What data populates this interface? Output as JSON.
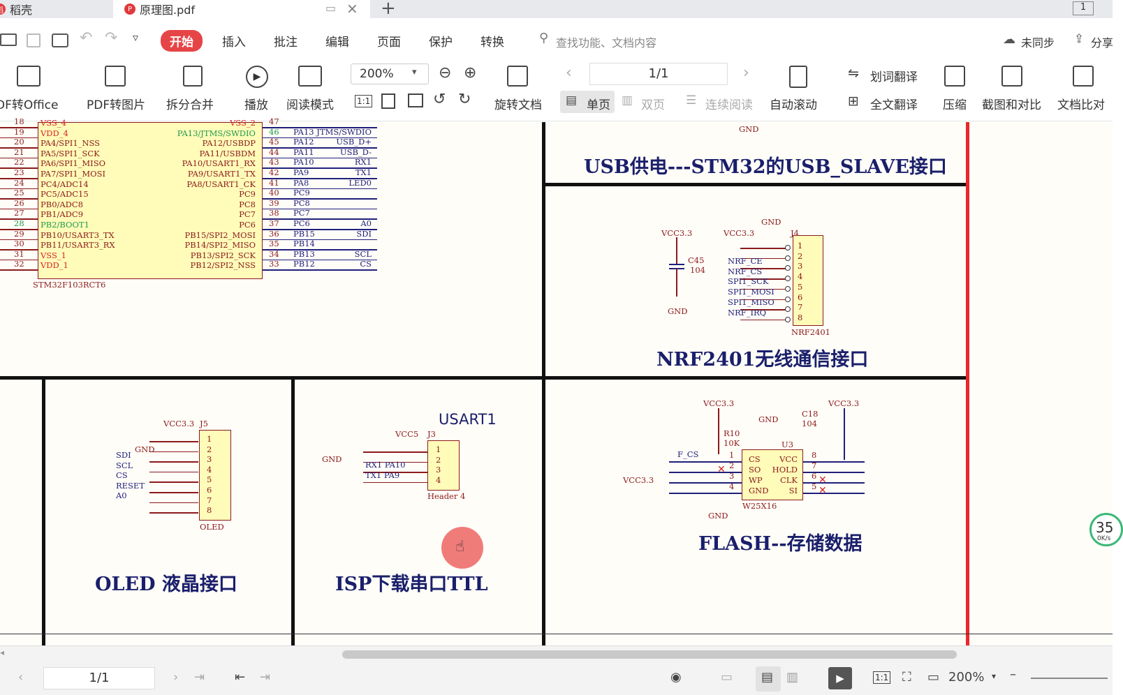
{
  "tabs": [
    {
      "label": "稻壳"
    },
    {
      "label": "原理图.pdf"
    }
  ],
  "window": {
    "page_indicator": "1"
  },
  "menu": {
    "start": "开始",
    "insert": "插入",
    "annotate": "批注",
    "edit": "编辑",
    "page": "页面",
    "protect": "保护",
    "convert": "转换",
    "search_placeholder": "查找功能、文档内容",
    "sync": "未同步",
    "share": "分享"
  },
  "toolbar": {
    "pdf_to_office": "DF转Office",
    "pdf_to_image": "PDF转图片",
    "split_merge": "拆分合并",
    "play": "播放",
    "read_mode": "阅读模式",
    "zoom": "200%",
    "rotate_doc": "旋转文档",
    "page_num": "1/1",
    "single_page": "单页",
    "double_page": "双页",
    "continuous": "连续阅读",
    "auto_scroll": "自动滚动",
    "word_translate": "划词翻译",
    "full_translate": "全文翻译",
    "compress": "压缩",
    "screenshot_compare": "截图和对比",
    "doc_compare": "文档比对"
  },
  "schematic": {
    "mcu": {
      "name": "STM32F103RCT6",
      "left_pins": [
        {
          "label": "VSS_4",
          "num": "18",
          "color": "red"
        },
        {
          "label": "VDD_4",
          "num": "19",
          "color": "red"
        },
        {
          "label": "PA4/SPI1_NSS",
          "num": "20",
          "color": "normal"
        },
        {
          "label": "PA5/SPI1_SCK",
          "num": "21",
          "color": "normal"
        },
        {
          "label": "PA6/SPI1_MISO",
          "num": "22",
          "color": "normal"
        },
        {
          "label": "PA7/SPI1_MOSI",
          "num": "23",
          "color": "normal"
        },
        {
          "label": "PC4/ADC14",
          "num": "24",
          "color": "normal"
        },
        {
          "label": "PC5/ADC15",
          "num": "25",
          "color": "normal"
        },
        {
          "label": "PB0/ADC8",
          "num": "26",
          "color": "normal"
        },
        {
          "label": "PB1/ADC9",
          "num": "27",
          "color": "normal"
        },
        {
          "label": "PB2/BOOT1",
          "num": "28",
          "color": "green"
        },
        {
          "label": "PB10/USART3_TX",
          "num": "29",
          "color": "normal"
        },
        {
          "label": "PB11/USART3_RX",
          "num": "30",
          "color": "normal"
        },
        {
          "label": "VSS_1",
          "num": "31",
          "color": "red"
        },
        {
          "label": "VDD_1",
          "num": "32",
          "color": "red"
        }
      ],
      "right_pins": [
        {
          "label": "VSS_2",
          "num": "47",
          "net": "",
          "net2": "",
          "color": "red"
        },
        {
          "label": "PA13/JTMS/SWDIO",
          "num": "46",
          "net": "PA13",
          "net2": "JTMS/SWDIO",
          "color": "green"
        },
        {
          "label": "PA12/USBDP",
          "num": "45",
          "net": "PA12",
          "net2": "USB_D+",
          "color": "normal"
        },
        {
          "label": "PA11/USBDM",
          "num": "44",
          "net": "PA11",
          "net2": "USB_D-",
          "color": "normal"
        },
        {
          "label": "PA10/USART1_RX",
          "num": "43",
          "net": "PA10",
          "net2": "RX1",
          "color": "normal"
        },
        {
          "label": "PA9/USART1_TX",
          "num": "42",
          "net": "PA9",
          "net2": "TX1",
          "color": "normal"
        },
        {
          "label": "PA8/USART1_CK",
          "num": "41",
          "net": "PA8",
          "net2": "LED0",
          "color": "normal"
        },
        {
          "label": "PC9",
          "num": "40",
          "net": "PC9",
          "net2": "",
          "color": "normal"
        },
        {
          "label": "PC8",
          "num": "39",
          "net": "PC8",
          "net2": "",
          "color": "normal"
        },
        {
          "label": "PC7",
          "num": "38",
          "net": "PC7",
          "net2": "",
          "color": "normal"
        },
        {
          "label": "PC6",
          "num": "37",
          "net": "PC6",
          "net2": "A0",
          "color": "normal"
        },
        {
          "label": "PB15/SPI2_MOSI",
          "num": "36",
          "net": "PB15",
          "net2": "SDI",
          "color": "normal"
        },
        {
          "label": "PB14/SPI2_MISO",
          "num": "35",
          "net": "PB14",
          "net2": "",
          "color": "normal"
        },
        {
          "label": "PB13/SPI2_SCK",
          "num": "34",
          "net": "PB13",
          "net2": "SCL",
          "color": "normal"
        },
        {
          "label": "PB12/SPI2_NSS",
          "num": "33",
          "net": "PB12",
          "net2": "CS",
          "color": "normal"
        }
      ]
    },
    "usb": {
      "gnd": "GND",
      "title": "USB供电---STM32的USB_SLAVE接口"
    },
    "nrf": {
      "vcc1": "VCC3.3",
      "vcc2": "VCC3.3",
      "gnd_top": "GND",
      "gnd_bottom": "GND",
      "cap": "C45",
      "cap_val": "104",
      "ref": "J4",
      "part": "NRF2401",
      "pins": [
        "1",
        "2",
        "3",
        "4",
        "5",
        "6",
        "7",
        "8"
      ],
      "nets": [
        "NRF_CE",
        "NRF_CS",
        "SPI1_SCK",
        "SPI1_MOSI",
        "SPI1_MISO",
        "NRF_IRQ"
      ],
      "title": "NRF2401无线通信接口"
    },
    "oled": {
      "vcc": "VCC3.3",
      "ref": "J5",
      "gnd": "GND",
      "part": "OLED",
      "pins": [
        "1",
        "2",
        "3",
        "4",
        "5",
        "6",
        "7",
        "8"
      ],
      "nets": [
        "SDI",
        "SCL",
        "CS",
        "RESET",
        "A0"
      ],
      "title": "OLED  液晶接口"
    },
    "isp": {
      "usart": "USART1",
      "vcc": "VCC5",
      "ref": "J3",
      "gnd": "GND",
      "pins": [
        "1",
        "2",
        "3",
        "4"
      ],
      "net1": "RX1 PA10",
      "net2": "TX1 PA9",
      "part": "Header 4",
      "title": "ISP下载串口TTL"
    },
    "flash": {
      "vcc1": "VCC3.3",
      "vcc2": "VCC3.3",
      "vcc3": "VCC3.3",
      "gnd1": "GND",
      "gnd2": "GND",
      "r": "R10",
      "r_val": "10K",
      "cap": "C18",
      "cap_val": "104",
      "ref": "U3",
      "part": "W25X16",
      "fcs": "F_CS",
      "left_pins": [
        {
          "n": "1",
          "l": "CS"
        },
        {
          "n": "2",
          "l": "SO"
        },
        {
          "n": "3",
          "l": "WP"
        },
        {
          "n": "4",
          "l": "GND"
        }
      ],
      "right_pins": [
        {
          "n": "8",
          "l": "VCC"
        },
        {
          "n": "7",
          "l": "HOLD"
        },
        {
          "n": "6",
          "l": "CLK"
        },
        {
          "n": "5",
          "l": "SI"
        }
      ],
      "title": "FLASH--存储数据"
    }
  },
  "side_badge": {
    "value": "35",
    "speed": "0K/s"
  },
  "status": {
    "page": "1/1",
    "zoom": "200%"
  }
}
